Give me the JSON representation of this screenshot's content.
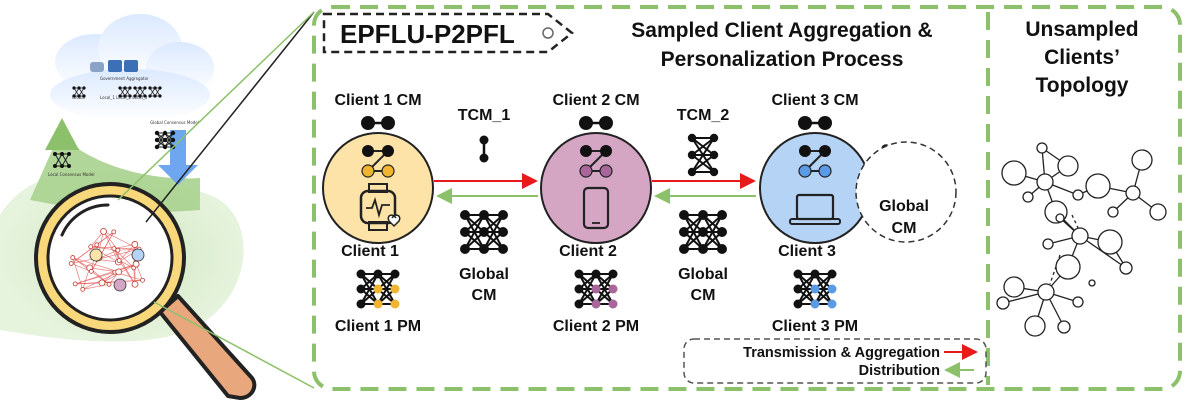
{
  "title": "EPFLU-P2PFL",
  "panel_title": [
    "Sampled Client Aggregation &",
    "Personalization Process"
  ],
  "right_title": [
    "Unsampled",
    "Clients’",
    "Topology"
  ],
  "clients": [
    {
      "cm_label": "Client 1 CM",
      "name": "Client 1",
      "pm_label": "Client 1 PM",
      "device": "smartwatch-icon",
      "color": "#fde3a7",
      "accent": "#f0b530"
    },
    {
      "cm_label": "Client 2 CM",
      "name": "Client 2",
      "pm_label": "Client 2 PM",
      "device": "smartphone-icon",
      "color": "#d5a6c4",
      "accent": "#a8669a"
    },
    {
      "cm_label": "Client 3 CM",
      "name": "Client 3",
      "pm_label": "Client 3 PM",
      "device": "laptop-icon",
      "color": "#b5d3f5",
      "accent": "#5b9be6"
    }
  ],
  "tcm_labels": [
    "TCM_1",
    "TCM_2"
  ],
  "global_cm_label": [
    "Global",
    "CM"
  ],
  "legend": {
    "transmission": "Transmission & Aggregation",
    "distribution": "Distribution"
  },
  "colors": {
    "transmission": "#e8191a",
    "distribution": "#8cc06a",
    "dashed_border": "#8cc06a"
  },
  "cloud": {
    "header": "Government Aggregator",
    "formula_label": "Global",
    "formula_terms": "Local_1  Local_2  Local_3",
    "global_model_label": "Global Consensus Model",
    "local_model_label": "Local Consensus Model"
  }
}
